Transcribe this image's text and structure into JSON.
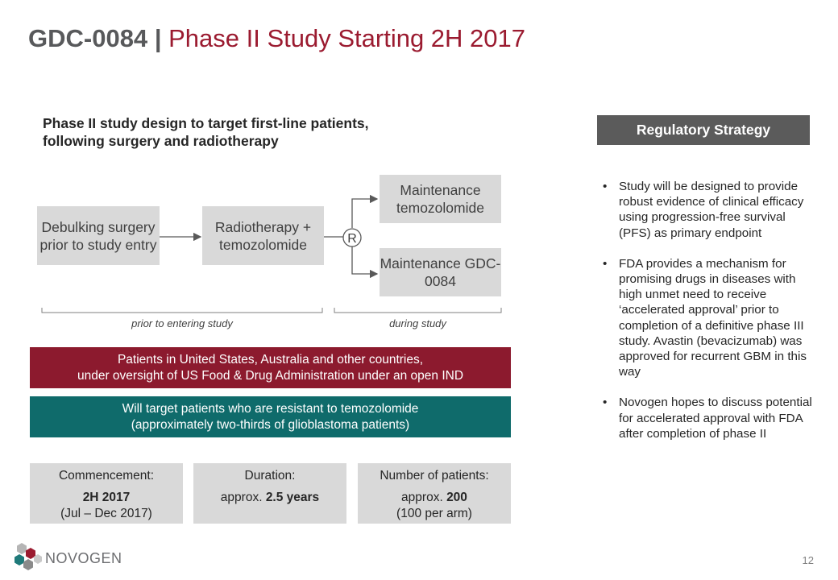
{
  "title": {
    "main": "GDC-0084",
    "separator": "|",
    "sub": "Phase II Study Starting 2H 2017"
  },
  "subtitle": "Phase II study design to target first-line patients, following surgery and radiotherapy",
  "flow": {
    "debulking": "Debulking surgery prior to study entry",
    "radiotherapy": "Radiotherapy + temozolomide",
    "randomize": "R",
    "maintenance_tmz": "Maintenance temozolomide",
    "maintenance_gdc": "Maintenance GDC-0084",
    "bracket_prior": "prior to entering study",
    "bracket_during": "during study"
  },
  "banners": {
    "patients_line1": "Patients in United States, Australia and other countries,",
    "patients_line2": "under oversight of US Food & Drug Administration under an open IND",
    "target_line1": "Will target patients who are resistant to temozolomide",
    "target_line2": "(approximately two-thirds of glioblastoma patients)"
  },
  "info": {
    "commencement": {
      "label": "Commencement:",
      "value": "2H 2017",
      "detail": "(Jul – Dec 2017)"
    },
    "duration": {
      "label": "Duration:",
      "prefix": "approx. ",
      "value": "2.5 years"
    },
    "patients": {
      "label": "Number of patients:",
      "prefix": "approx. ",
      "value": "200",
      "detail": "(100 per arm)"
    }
  },
  "regulatory": {
    "header": "Regulatory Strategy",
    "bullet_char": "•",
    "bullets": [
      "Study will be designed to provide robust evidence of clinical efficacy using progression-free survival (PFS) as primary endpoint",
      "FDA provides a mechanism for promising drugs in diseases with high unmet need to receive ‘accelerated approval’ prior to completion of a definitive phase III study. Avastin (bevacizumab) was approved for recurrent GBM in this way",
      "Novogen hopes to discuss potential for accelerated approval with FDA after completion of phase II"
    ]
  },
  "logo_text": "NOVOGEN",
  "page_number": "12",
  "colors": {
    "brand_red": "#8c1a2e",
    "teal": "#0f6b6b",
    "grey_box": "#d9d9d9",
    "header_grey": "#5b5b5b"
  }
}
